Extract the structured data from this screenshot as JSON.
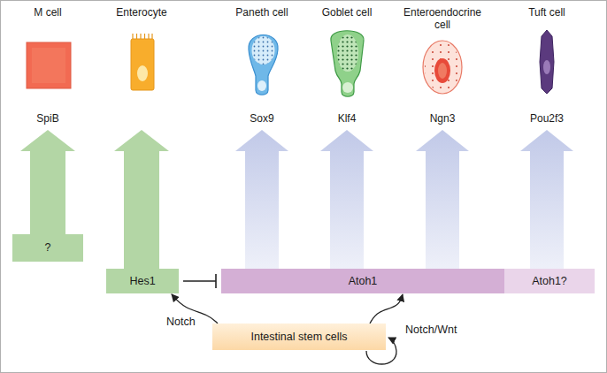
{
  "diagram": {
    "nodes": [
      {
        "text": [
          "M cell",
          "SpiB"
        ]
      },
      {
        "text": [
          "Enterocyte"
        ]
      },
      {
        "text": [
          "Paneth cell",
          "Sox9"
        ]
      },
      {
        "text": [
          "Goblet cell",
          "Klf4"
        ]
      },
      {
        "text": [
          "Enteroendocrine cell",
          "Ngn3"
        ]
      },
      {
        "text": [
          "Tuft cell",
          "Pou2f3"
        ]
      },
      {
        "text": [
          "?"
        ]
      },
      {
        "text": [
          "Hes1"
        ]
      },
      {
        "text": [
          "Atoh1"
        ]
      },
      {
        "text": [
          "Atoh1?"
        ]
      },
      {
        "text": [
          "Intestinal stem cells"
        ]
      }
    ],
    "edges": [
      {
        "from": 6,
        "to": 0,
        "arrow": "to"
      },
      {
        "from": 7,
        "to": 1,
        "arrow": "to"
      },
      {
        "from": 8,
        "to": 2,
        "arrow": "to"
      },
      {
        "from": 8,
        "to": 3,
        "arrow": "to"
      },
      {
        "from": 8,
        "to": 4,
        "arrow": "to"
      },
      {
        "from": 9,
        "to": 5,
        "arrow": "to"
      },
      {
        "from": 7,
        "to": 8,
        "arrow": "to"
      },
      {
        "from": 10,
        "to": 7,
        "label": "Notch",
        "arrow": "to"
      },
      {
        "from": 10,
        "to": 8,
        "arrow": "to"
      }
    ],
    "labels": [
      "Notch/Wnt"
    ]
  }
}
